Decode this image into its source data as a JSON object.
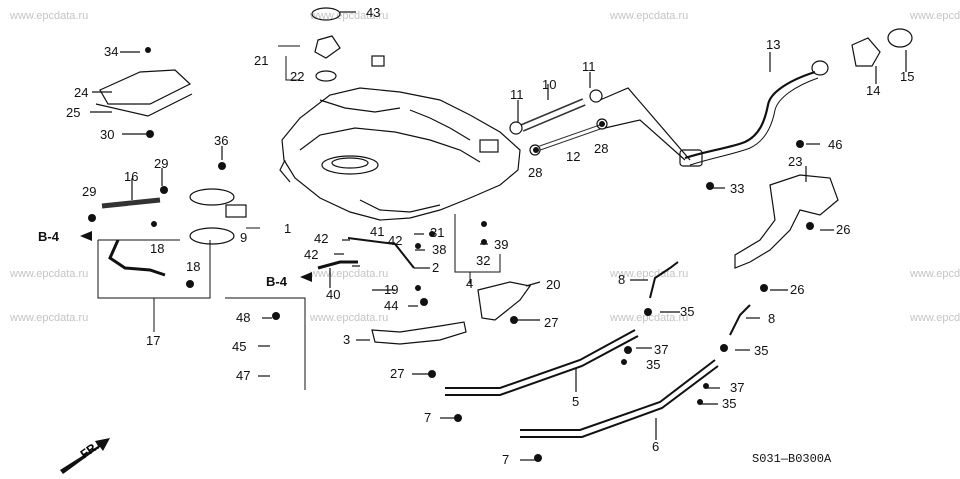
{
  "watermark": "www.epcdata.ru",
  "diagram_code": "S031—B0300A",
  "direction_label": "FR.",
  "ref_labels": [
    "B-4",
    "B-4"
  ],
  "callouts": [
    "43",
    "21",
    "22",
    "34",
    "24",
    "25",
    "30",
    "36",
    "16",
    "29",
    "29",
    "18",
    "18",
    "17",
    "9",
    "1",
    "13",
    "11",
    "11",
    "10",
    "12",
    "28",
    "28",
    "33",
    "46",
    "14",
    "15",
    "23",
    "26",
    "26",
    "42",
    "41",
    "31",
    "42",
    "38",
    "39",
    "32",
    "2",
    "42",
    "40",
    "19",
    "44",
    "4",
    "20",
    "27",
    "3",
    "48",
    "45",
    "47",
    "27",
    "7",
    "7",
    "5",
    "6",
    "8",
    "35",
    "37",
    "35",
    "8",
    "35",
    "37",
    "35"
  ]
}
